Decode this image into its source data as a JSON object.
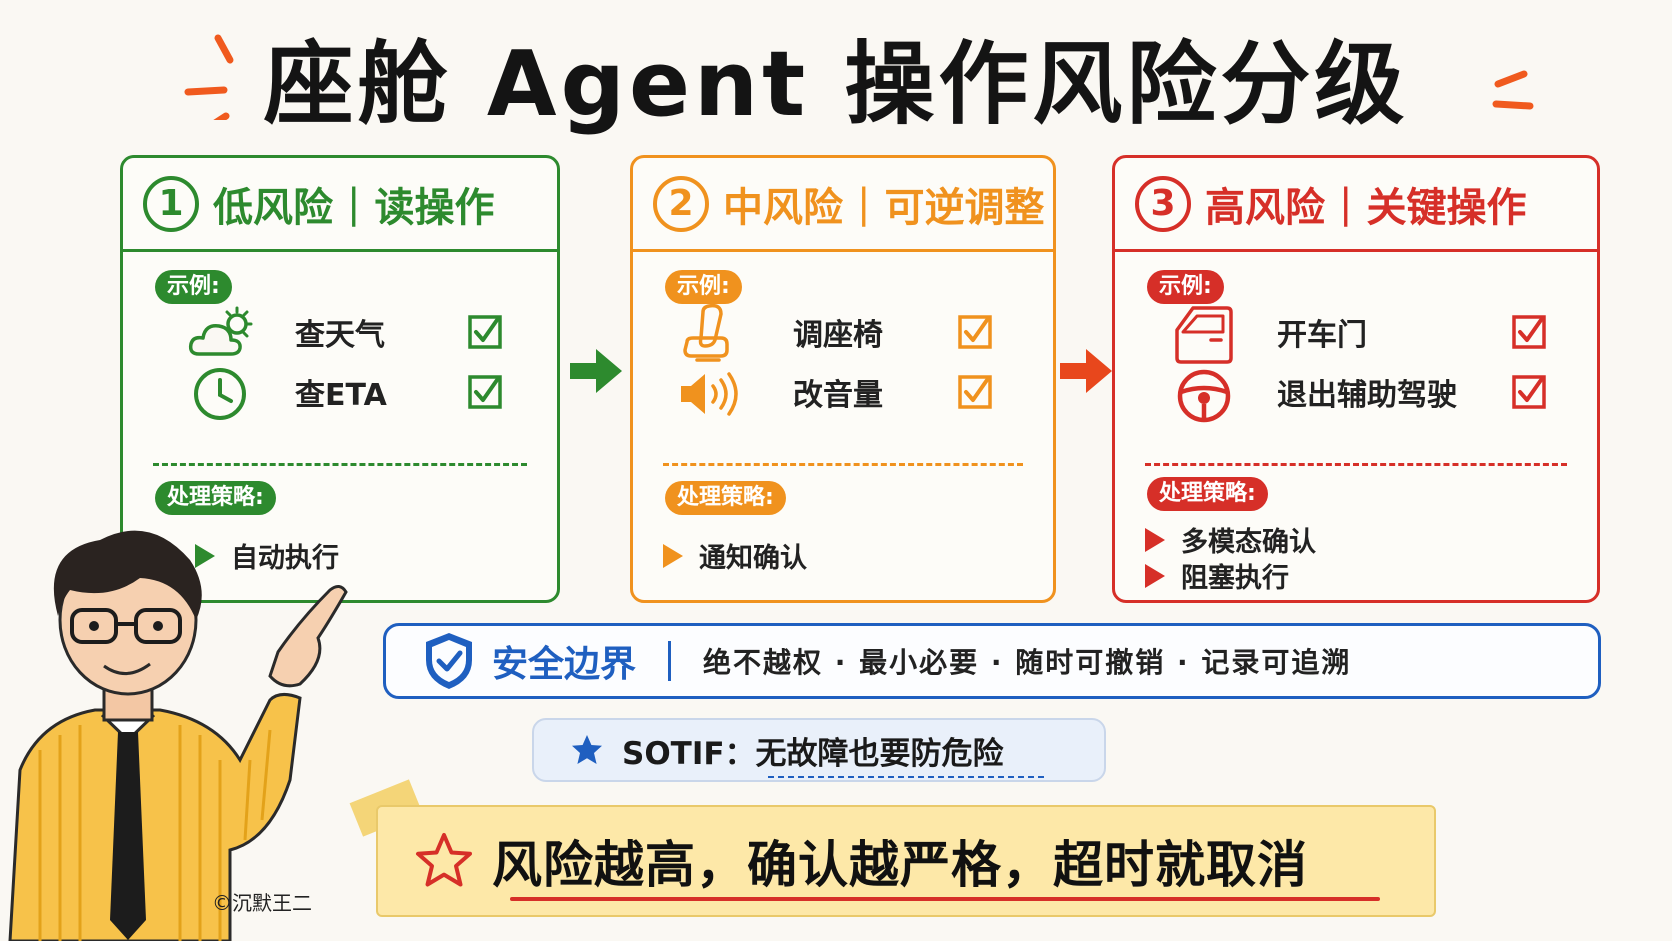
{
  "title": "座舱 Agent 操作风险分级",
  "colors": {
    "green": "#2d8a2e",
    "orange": "#f0921e",
    "red": "#d62f28",
    "blue": "#1f5fc0"
  },
  "levels": [
    {
      "num": "1",
      "risk": "低风险",
      "type": "读操作",
      "examples_label": "示例:",
      "items": [
        {
          "icon": "cloud-sun-icon",
          "label": "查天气",
          "checked": true
        },
        {
          "icon": "clock-icon",
          "label": "查ETA",
          "checked": true
        }
      ],
      "strategy_label": "处理策略:",
      "strategies": [
        "自动执行"
      ]
    },
    {
      "num": "2",
      "risk": "中风险",
      "type": "可逆调整",
      "examples_label": "示例:",
      "items": [
        {
          "icon": "car-seat-icon",
          "label": "调座椅",
          "checked": true
        },
        {
          "icon": "speaker-icon",
          "label": "改音量",
          "checked": true
        }
      ],
      "strategy_label": "处理策略:",
      "strategies": [
        "通知确认"
      ]
    },
    {
      "num": "3",
      "risk": "高风险",
      "type": "关键操作",
      "examples_label": "示例:",
      "items": [
        {
          "icon": "car-door-icon",
          "label": "开车门",
          "checked": true
        },
        {
          "icon": "steering-wheel-icon",
          "label": "退出辅助驾驶",
          "checked": true
        }
      ],
      "strategy_label": "处理策略:",
      "strategies": [
        "多模态确认",
        "阻塞执行"
      ]
    }
  ],
  "safety": {
    "title": "安全边界",
    "principles": "绝不越权 · 最小必要 · 随时可撤销 · 记录可追溯"
  },
  "sotif": "SOTIF：无故障也要防危险",
  "conclusion": "风险越高，确认越严格，超时就取消",
  "copyright": "©沉默王二"
}
